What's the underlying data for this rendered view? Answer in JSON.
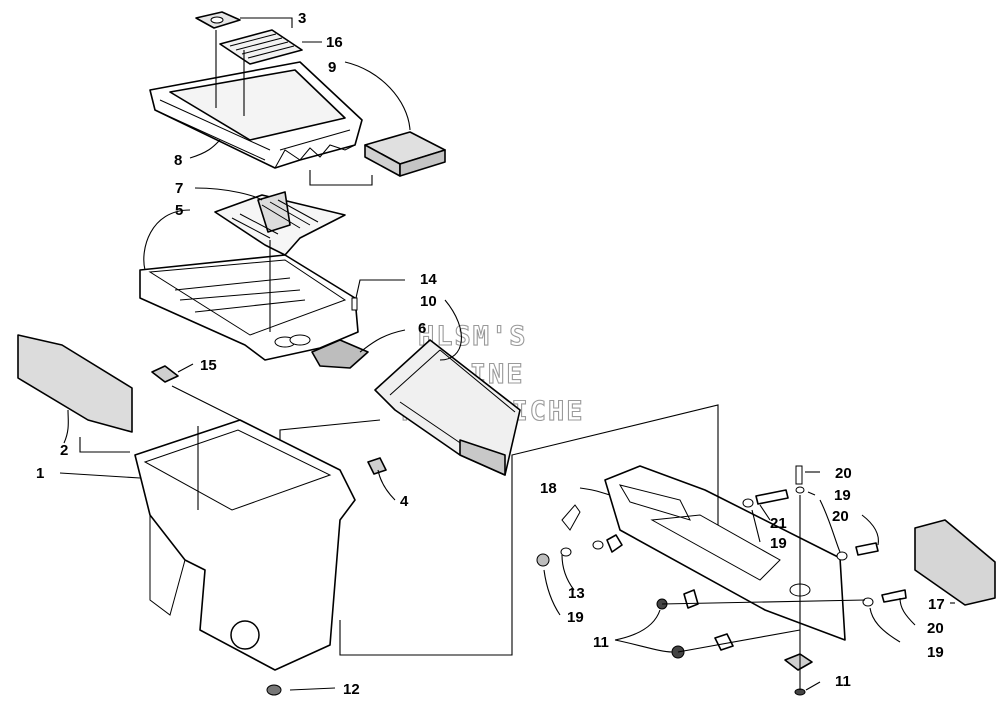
{
  "watermark": {
    "line1": "HLSM'S",
    "line2": "ONLINE",
    "line3": "MICROFICHE"
  },
  "callouts": {
    "c1": "1",
    "c2": "2",
    "c3": "3",
    "c4": "4",
    "c5": "5",
    "c6": "6",
    "c7": "7",
    "c8": "8",
    "c9": "9",
    "c10": "10",
    "c11a": "11",
    "c11b": "11",
    "c12": "12",
    "c13": "13",
    "c14": "14",
    "c15": "15",
    "c16": "16",
    "c17": "17",
    "c18": "18",
    "c19a": "19",
    "c19b": "19",
    "c19c": "19",
    "c19d": "19",
    "c20a": "20",
    "c20b": "20",
    "c20c": "20",
    "c21": "21"
  }
}
